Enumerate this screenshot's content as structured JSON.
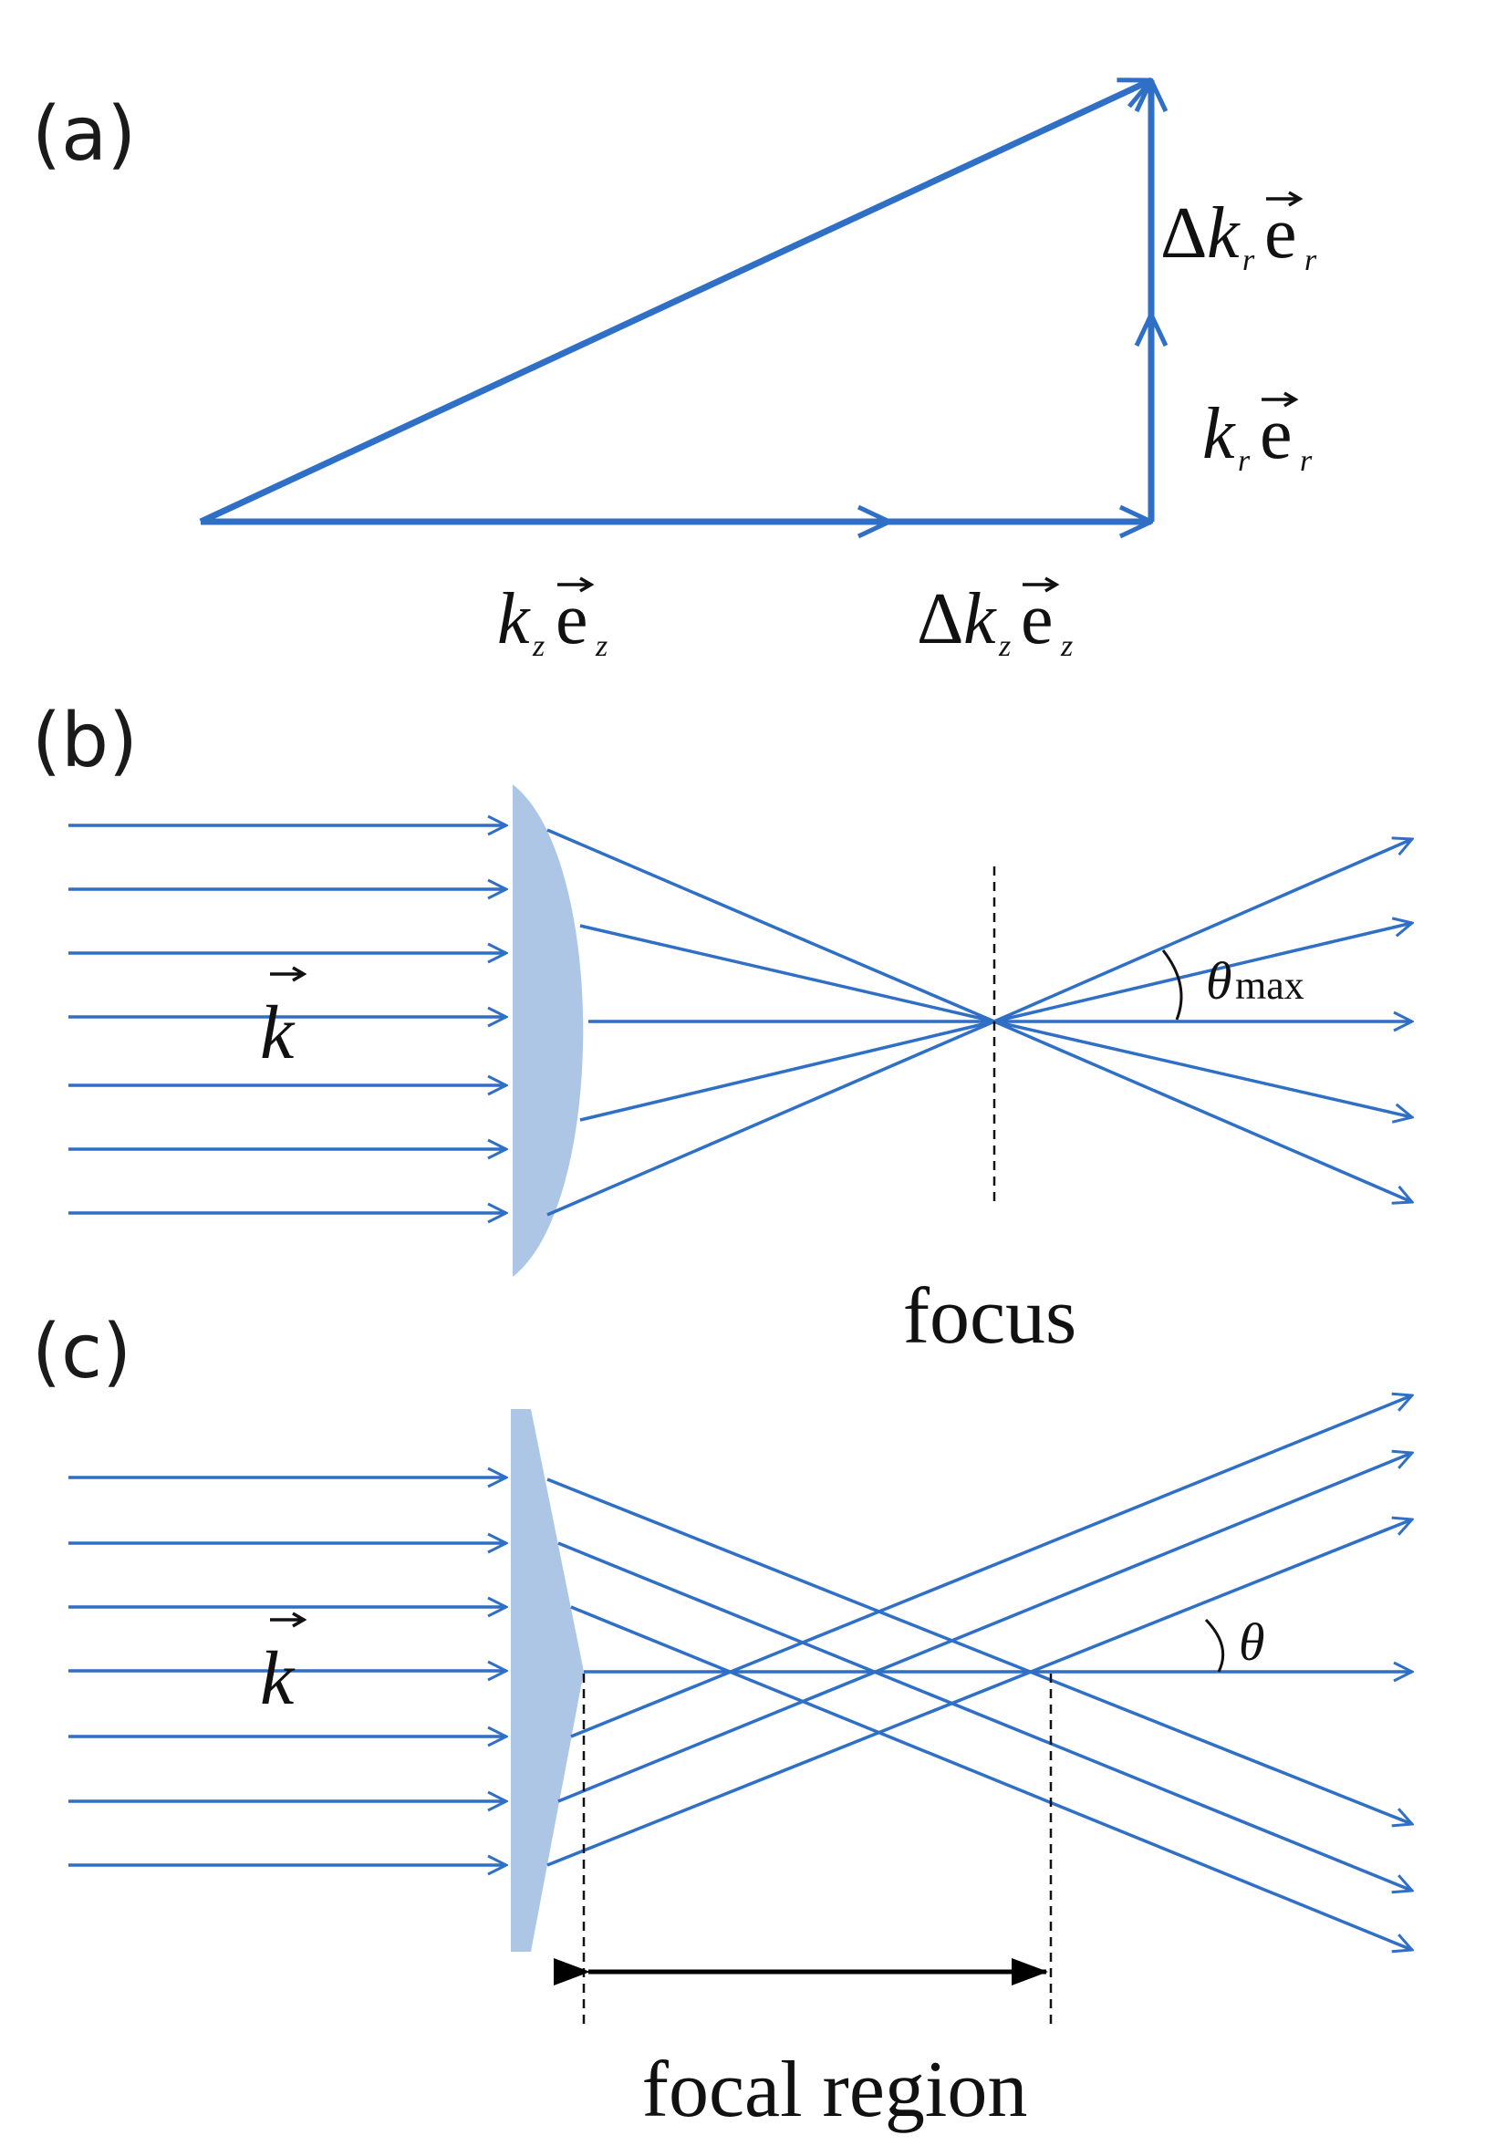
{
  "colors": {
    "ray": "#2f6fc6",
    "lens": "#adc6e6",
    "text": "#111111",
    "dim": "#000000"
  },
  "panels": {
    "a": {
      "label": "(a)"
    },
    "b": {
      "label": "(b)"
    },
    "c": {
      "label": "(c)"
    }
  },
  "symbols": {
    "delta": "Δ",
    "k": "k",
    "e": "e",
    "r": "r",
    "z": "z",
    "theta": "θ",
    "max": "max"
  },
  "captions": {
    "focus": "focus",
    "focal_region": "focal region"
  }
}
